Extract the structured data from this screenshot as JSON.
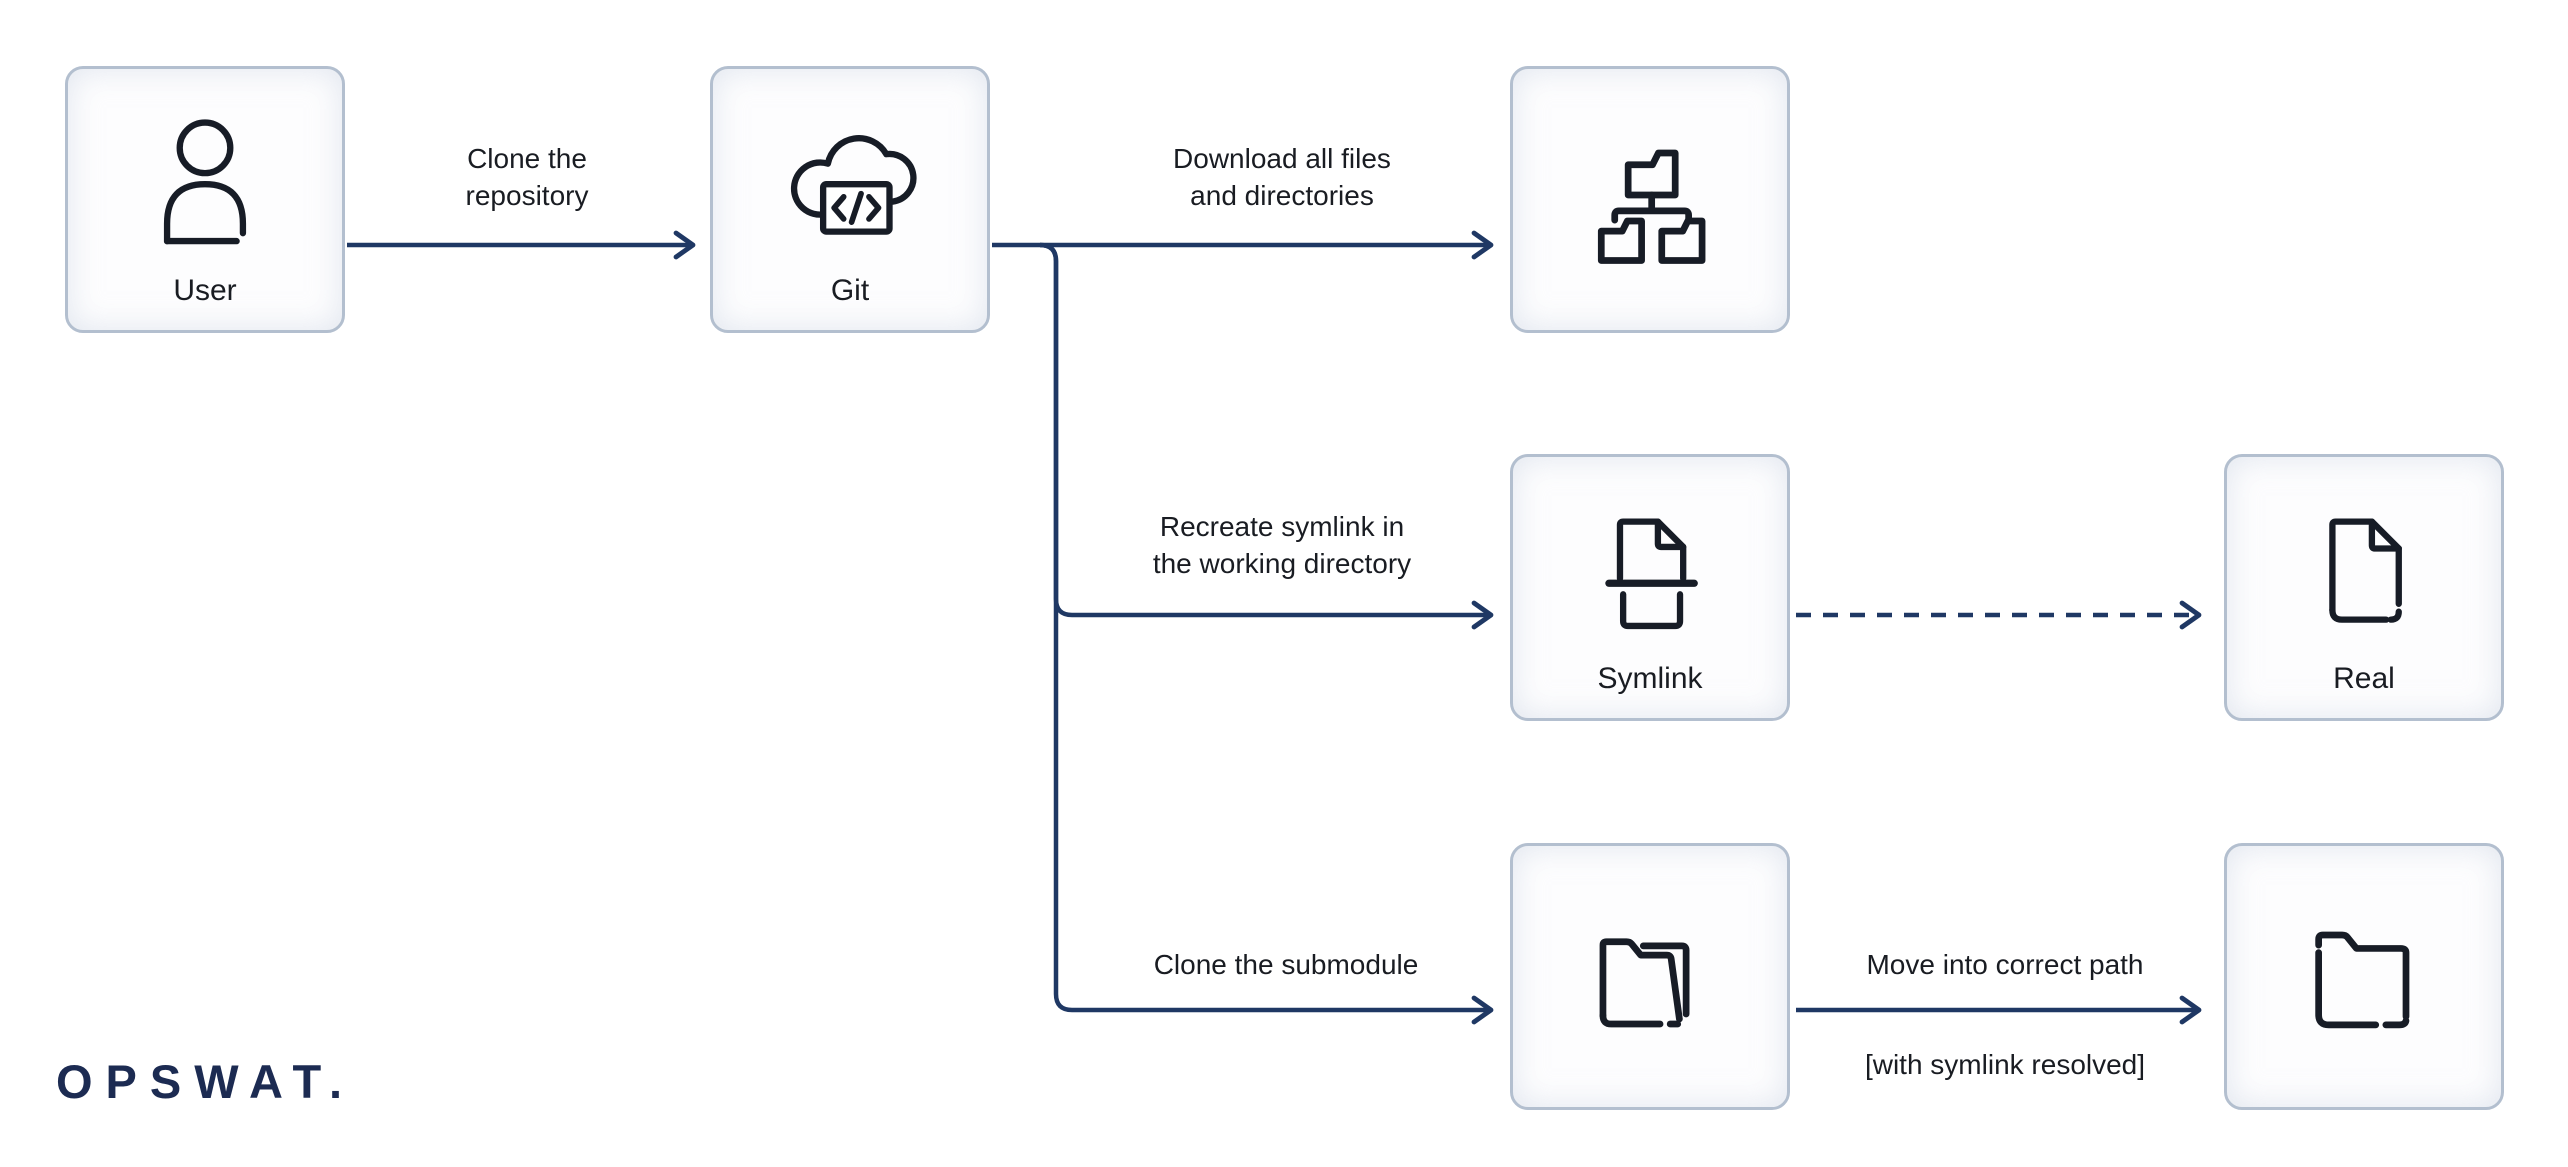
{
  "colors": {
    "arrow": "#1f3864",
    "box_border": "#b3bfcf",
    "box_fill": "#fdfdfe",
    "icon_stroke": "#171c26",
    "text": "#191c22",
    "logo": "#1c2b52",
    "background": "#ffffff"
  },
  "nodes": [
    {
      "id": "user",
      "label": "User",
      "icon": "person-icon"
    },
    {
      "id": "git",
      "label": "Git",
      "icon": "cloud-code-icon"
    },
    {
      "id": "files-tree",
      "label": "",
      "icon": "folder-tree-icon"
    },
    {
      "id": "symlink",
      "label": "Symlink",
      "icon": "symlink-file-icon"
    },
    {
      "id": "real",
      "label": "Real",
      "icon": "file-icon"
    },
    {
      "id": "submodule",
      "label": "",
      "icon": "open-folder-icon"
    },
    {
      "id": "resolved-path",
      "label": "",
      "icon": "closed-folder-icon"
    }
  ],
  "edges": [
    {
      "from": "user",
      "to": "git",
      "label": "Clone the repository",
      "style": "solid"
    },
    {
      "from": "git",
      "to": "files-tree",
      "label": "Download all files and directories",
      "style": "solid"
    },
    {
      "from": "git",
      "to": "symlink",
      "label": "Recreate symlink in the working directory",
      "style": "solid"
    },
    {
      "from": "git",
      "to": "submodule",
      "label": "Clone the submodule",
      "style": "solid"
    },
    {
      "from": "symlink",
      "to": "real",
      "label": "",
      "style": "dashed"
    },
    {
      "from": "submodule",
      "to": "resolved-path",
      "label": "Move into correct path",
      "sublabel": "[with symlink resolved]",
      "style": "solid"
    }
  ],
  "logo": {
    "text": "OPSWAT."
  }
}
